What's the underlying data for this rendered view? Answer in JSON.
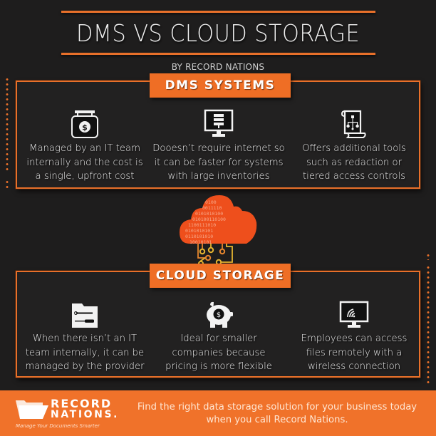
{
  "header": {
    "title": "DMS VS CLOUD STORAGE",
    "subtitle": "BY RECORD NATIONS"
  },
  "colors": {
    "background": "#1e1d1d",
    "accent": "#ef6e25",
    "text": "#ececec",
    "circuit": "#e6b531"
  },
  "dms_section": {
    "label": "DMS SYSTEMS",
    "items": [
      {
        "icon": "money-jar-icon",
        "lines": [
          "Managed by an IT team",
          "internally and the cost is",
          "a single, upfront cost"
        ]
      },
      {
        "icon": "monitor-server-icon",
        "lines": [
          "Dooesn’t require internet so",
          "it can be faster for systems",
          "with large inventories"
        ]
      },
      {
        "icon": "document-hierarchy-icon",
        "lines": [
          "Offers additional tools",
          "such as redaction or",
          "tiered access controls"
        ]
      }
    ]
  },
  "center_graphic": {
    "icon": "binary-cloud-circuit-icon",
    "binary_rows": [
      "0100",
      "0011110",
      "0101010100",
      "010100110100",
      "1100111010",
      "0101010101",
      "0110101010",
      "10010101"
    ]
  },
  "cloud_section": {
    "label": "CLOUD STORAGE",
    "items": [
      {
        "icon": "folder-tools-icon",
        "lines": [
          "When there isn’t an IT",
          "team internally, it can be",
          "managed by the provider"
        ]
      },
      {
        "icon": "piggy-bank-icon",
        "lines": [
          "Ideal for smaller",
          "companies because",
          "pricing is more flexible"
        ]
      },
      {
        "icon": "monitor-wireless-icon",
        "lines": [
          "Employees can access",
          "files remotely with a",
          "wireless connection"
        ]
      }
    ]
  },
  "footer": {
    "logo_line1": "RECORD",
    "logo_line2": "NATIONS.",
    "logo_tagline": "Manage Your Documents Smarter",
    "cta_line1": "Find the right data storage solution for your business today",
    "cta_line2": "when you call Record Nations."
  }
}
